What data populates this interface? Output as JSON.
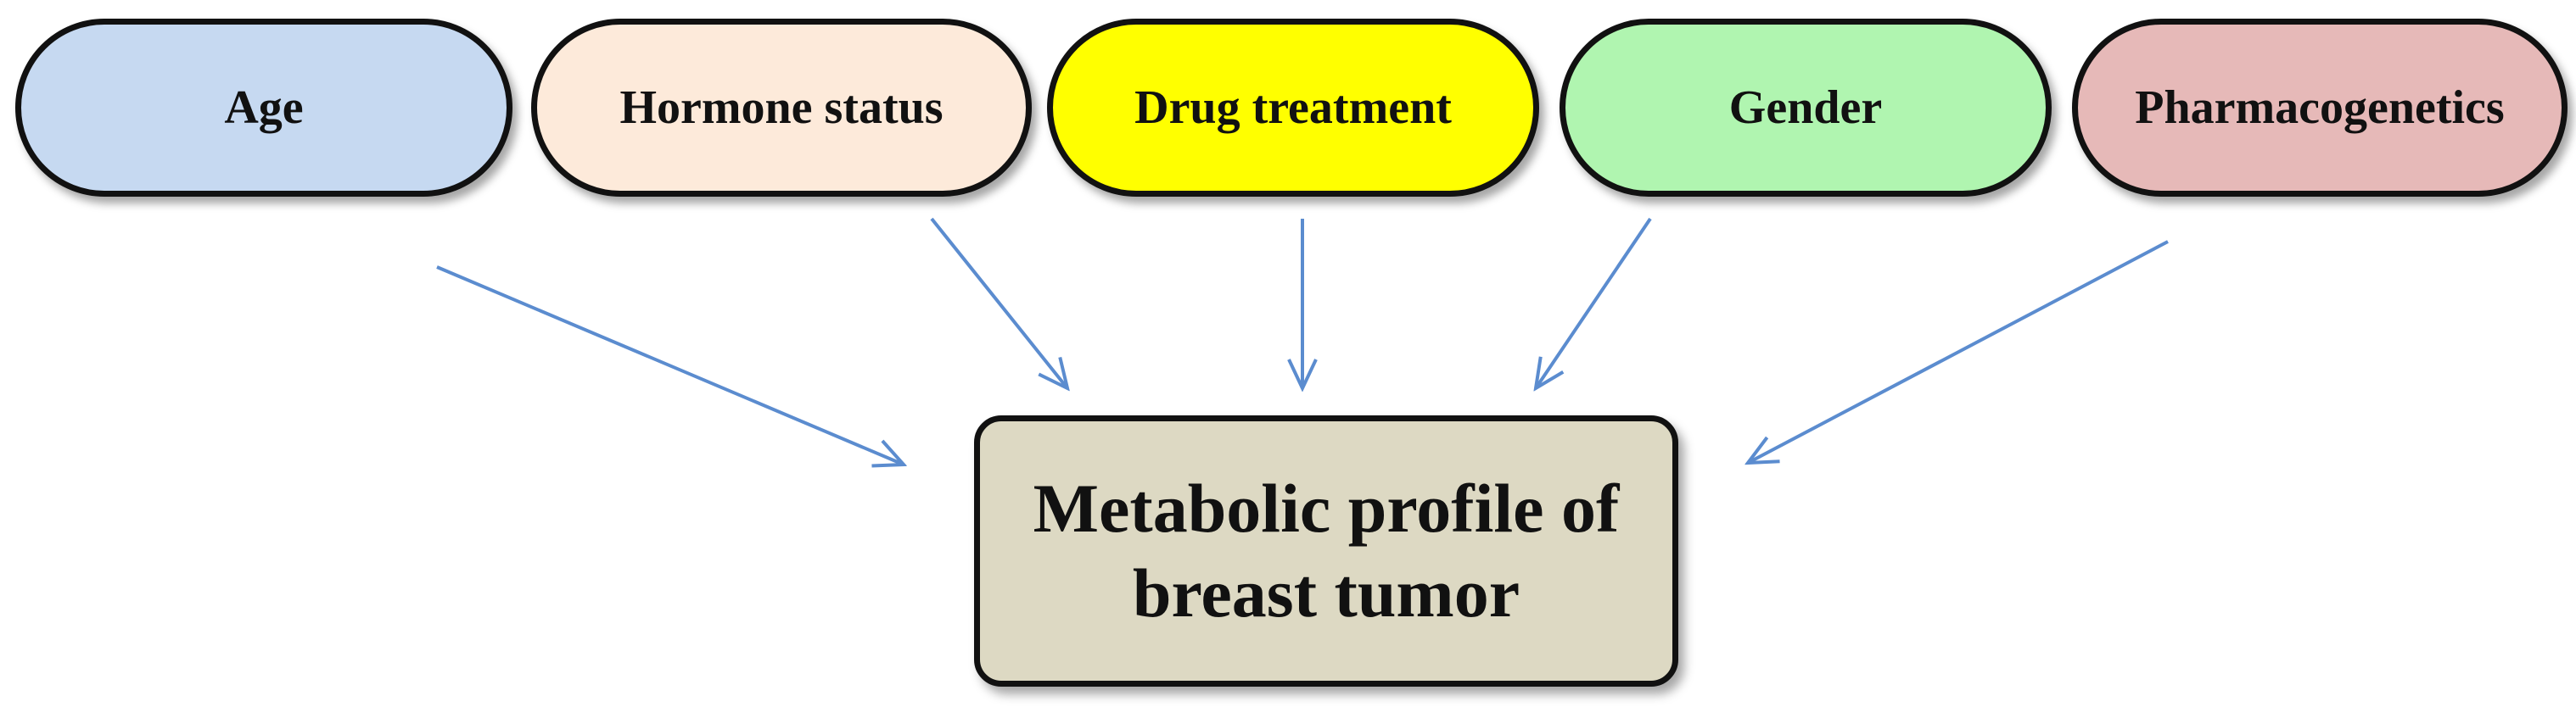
{
  "factors": [
    {
      "id": "age",
      "label": "Age",
      "color": "#c6d9f1"
    },
    {
      "id": "hormone",
      "label": "Hormone status",
      "color": "#fdeada"
    },
    {
      "id": "drug",
      "label": "Drug treatment",
      "color": "#ffff00"
    },
    {
      "id": "gender",
      "label": "Gender",
      "color": "#b0f5b0"
    },
    {
      "id": "pharma",
      "label": "Pharmacogenetics",
      "color": "#e6b9b8"
    }
  ],
  "target": {
    "line1": "Metabolic profile of",
    "line2": "breast tumor",
    "color": "#ddd9c3"
  },
  "arrow_color": "#5b8ccf"
}
